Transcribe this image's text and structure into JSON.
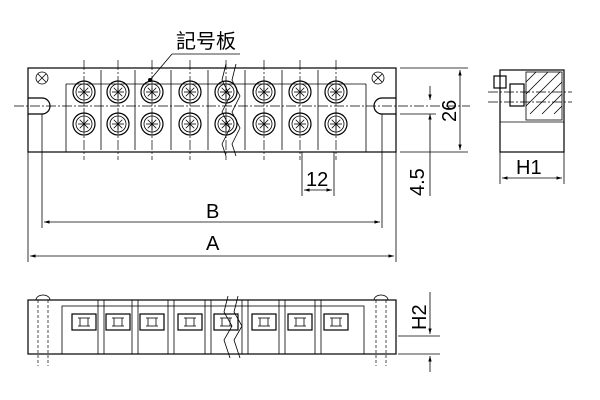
{
  "labels": {
    "marker_plate": "記号板",
    "dim_a": "A",
    "dim_b": "B",
    "dim_pitch": "12",
    "dim_height": "26",
    "dim_offset": "4.5",
    "dim_h1": "H1",
    "dim_h2": "H2"
  },
  "drawing": {
    "terminals_per_row_visible": 8
  }
}
